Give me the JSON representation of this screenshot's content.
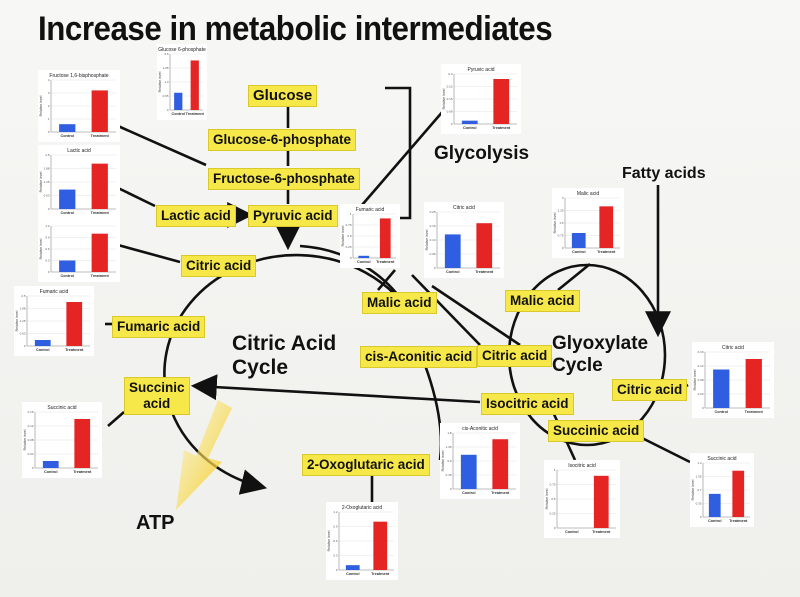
{
  "title": "Increase in metabolic intermediates",
  "labels": {
    "glycolysis": "Glycolysis",
    "fatty_acids": "Fatty acids",
    "tca_line1": "Citric Acid",
    "tca_line2": "Cycle",
    "gly_line1": "Glyoxylate",
    "gly_line2": "Cycle",
    "atp": "ATP"
  },
  "nodes": {
    "glucose": "Glucose",
    "g6p": "Glucose-6-phosphate",
    "f6p": "Fructose-6-phosphate",
    "lactic": "Lactic acid",
    "pyruvic": "Pyruvic acid",
    "citric_tca": "Citric acid",
    "fumaric": "Fumaric acid",
    "succinic_tca_1": "Succinic",
    "succinic_tca_2": "acid",
    "malic_tca": "Malic acid",
    "malic_gly": "Malic acid",
    "cis_aconitic": "cis-Aconitic acid",
    "citric_mid": "Citric acid",
    "citric_gly": "Citric acid",
    "isocitric": "Isocitric acid",
    "succinic_gly": "Succinic acid",
    "oxoglutaric": "2-Oxoglutaric acid"
  },
  "colors": {
    "control": "#2f5fe0",
    "treatment": "#e52424",
    "node_fill": "#f7e84a",
    "atp_arrow": "#f2c40a"
  },
  "chart_data": [
    {
      "type": "bar",
      "title": "Fructose 1,6-bisphosphate",
      "categories": [
        "Control",
        "Treatment"
      ],
      "values": [
        0.6,
        3.2
      ],
      "ylim": [
        0,
        4
      ],
      "ylabel": "Relative level"
    },
    {
      "type": "bar",
      "title": "Glucose 6-phosphate",
      "categories": [
        "Control",
        "Treatment"
      ],
      "values": [
        0.8,
        2.3
      ],
      "ylim": [
        0,
        2.6
      ],
      "ylabel": "Relative level"
    },
    {
      "type": "bar",
      "title": "Lactic acid",
      "categories": [
        "Control",
        "Treatment"
      ],
      "values": [
        0.9,
        2.1
      ],
      "ylim": [
        0,
        2.5
      ],
      "ylabel": "Relative level"
    },
    {
      "type": "bar",
      "title": "",
      "categories": [
        "Control",
        "Treatment"
      ],
      "values": [
        0.3,
        1.0
      ],
      "ylim": [
        0,
        1.2
      ],
      "ylabel": "Relative level"
    },
    {
      "type": "bar",
      "title": "Pyruvic acid",
      "categories": [
        "Control",
        "Treatment"
      ],
      "values": [
        0.02,
        0.27
      ],
      "ylim": [
        0,
        0.3
      ],
      "ylabel": "Relative level"
    },
    {
      "type": "bar",
      "title": "Fumaric acid",
      "categories": [
        "Control",
        "Treatment"
      ],
      "values": [
        0.05,
        0.9
      ],
      "ylim": [
        0,
        1
      ],
      "ylabel": "Relative level"
    },
    {
      "type": "bar",
      "title": "Fumaric acid",
      "categories": [
        "Control",
        "Treatment"
      ],
      "values": [
        0.3,
        2.2
      ],
      "ylim": [
        0,
        2.5
      ],
      "ylabel": "Relative level"
    },
    {
      "type": "bar",
      "title": "Citric acid",
      "categories": [
        "Control",
        "Treatment"
      ],
      "values": [
        0.15,
        0.2
      ],
      "ylim": [
        0,
        0.25
      ],
      "ylabel": "Relative level"
    },
    {
      "type": "bar",
      "title": "Malic acid",
      "categories": [
        "Control",
        "Treatment"
      ],
      "values": [
        0.9,
        2.5
      ],
      "ylim": [
        0,
        3
      ],
      "ylabel": "Relative level"
    },
    {
      "type": "bar",
      "title": "Citric acid",
      "categories": [
        "Control",
        "Treatment"
      ],
      "values": [
        0.11,
        0.14
      ],
      "ylim": [
        0,
        0.16
      ],
      "ylabel": "Relative level"
    },
    {
      "type": "bar",
      "title": "Succinic acid",
      "categories": [
        "Control",
        "Treatment"
      ],
      "values": [
        0.02,
        0.14
      ],
      "ylim": [
        0,
        0.16
      ],
      "ylabel": "Relative level"
    },
    {
      "type": "bar",
      "title": "cis-Aconitic acid",
      "categories": [
        "Control",
        "Treatment"
      ],
      "values": [
        1.1,
        1.6
      ],
      "ylim": [
        0,
        1.8
      ],
      "ylabel": "Relative level"
    },
    {
      "type": "bar",
      "title": "2-Oxoglutaric acid",
      "categories": [
        "Control",
        "Treatment"
      ],
      "values": [
        0.1,
        1.0
      ],
      "ylim": [
        0,
        1.2
      ],
      "ylabel": "Relative level"
    },
    {
      "type": "bar",
      "title": "Isocitric acid",
      "categories": [
        "Control",
        "Treatment"
      ],
      "values": [
        0.0,
        0.9
      ],
      "ylim": [
        0,
        1
      ],
      "ylabel": "Relative level"
    },
    {
      "type": "bar",
      "title": "Succinic acid",
      "categories": [
        "Control",
        "Treatment"
      ],
      "values": [
        0.6,
        1.2
      ],
      "ylim": [
        0,
        1.4
      ],
      "ylabel": "Relative level"
    }
  ]
}
